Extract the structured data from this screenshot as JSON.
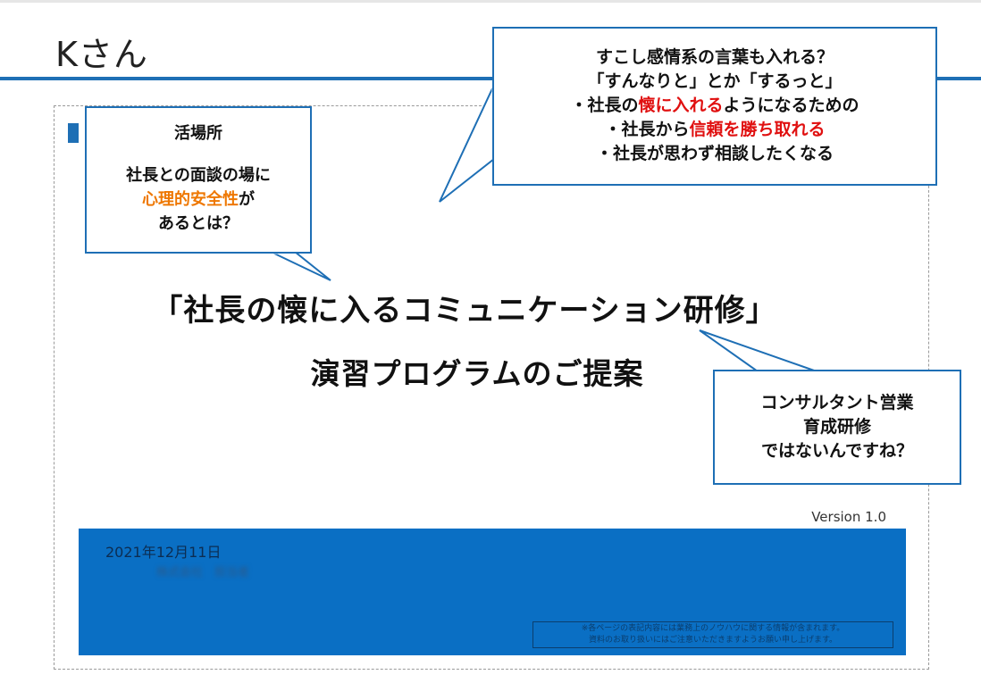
{
  "page": {
    "title": "Kさん"
  },
  "slide": {
    "title_line1": "「社長の懐に入るコミュニケーション研修」",
    "title_line2": "演習プログラムのご提案",
    "version": "Version 1.0",
    "date": "2021年12月11日",
    "presenter_blurred": "株式会社　担当者",
    "notice_line1": "※各ページの表記内容には業務上のノウハウに関する情報が含まれます。",
    "notice_line2": "資料のお取り扱いにはご注意いただきますようお願い申し上げます。"
  },
  "callouts": {
    "left": {
      "heading": "活場所",
      "line1": "社長との面談の場に",
      "highlight": "心理的安全性",
      "line2_suffix": "が",
      "line3": "あるとは？"
    },
    "top": {
      "line1": "すこし感情系の言葉も入れる？",
      "line2": "「すんなりと」とか「するっと」",
      "line3_prefix": "・社長の",
      "line3_highlight": "懐に入れる",
      "line3_suffix": "ようになるための",
      "line4_prefix": "・社長から",
      "line4_highlight": "信頼を勝ち取れる",
      "line5": "・社長が思わず相談したくなる"
    },
    "right": {
      "line1": "コンサルタント営業",
      "line2": "育成研修",
      "line3": "ではないんですね？"
    }
  },
  "colors": {
    "accent_blue": "#1e6fb5",
    "footer_blue": "#0a6fc4",
    "highlight_orange": "#ee7700",
    "highlight_red": "#e01010"
  }
}
